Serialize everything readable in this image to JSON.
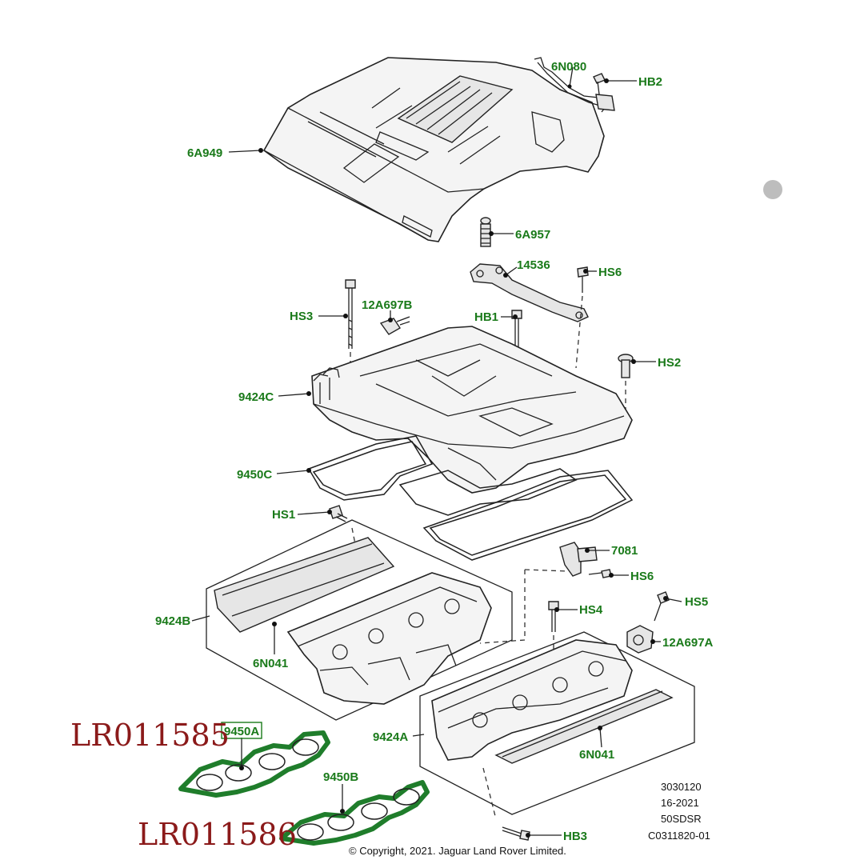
{
  "labels": {
    "6N080": "6N080",
    "HB2": "HB2",
    "6A949": "6A949",
    "6A957": "6A957",
    "14536": "14536",
    "HS6_top": "HS6",
    "HS3": "HS3",
    "12A697B": "12A697B",
    "HB1": "HB1",
    "HS2": "HS2",
    "9424C": "9424C",
    "9450C": "9450C",
    "HS1": "HS1",
    "7081": "7081",
    "HS6_mid": "HS6",
    "HS5": "HS5",
    "HS4": "HS4",
    "9424B": "9424B",
    "12A697A": "12A697A",
    "6N041_left": "6N041",
    "9450A": "9450A",
    "9424A": "9424A",
    "6N041_right": "6N041",
    "9450B": "9450B",
    "HB3": "HB3"
  },
  "part_numbers": {
    "upper": "LR011585",
    "lower": "LR011586"
  },
  "meta": {
    "line1": "3030120",
    "line2": "16-2021",
    "line3": "50SDSR",
    "line4": "C0311820-01"
  },
  "copyright": "© Copyright, 2021. Jaguar Land Rover Limited.",
  "colors": {
    "label": "#1a7a1a",
    "part_number": "#8b1a1a",
    "gasket_highlight": "#1f7d2b"
  }
}
